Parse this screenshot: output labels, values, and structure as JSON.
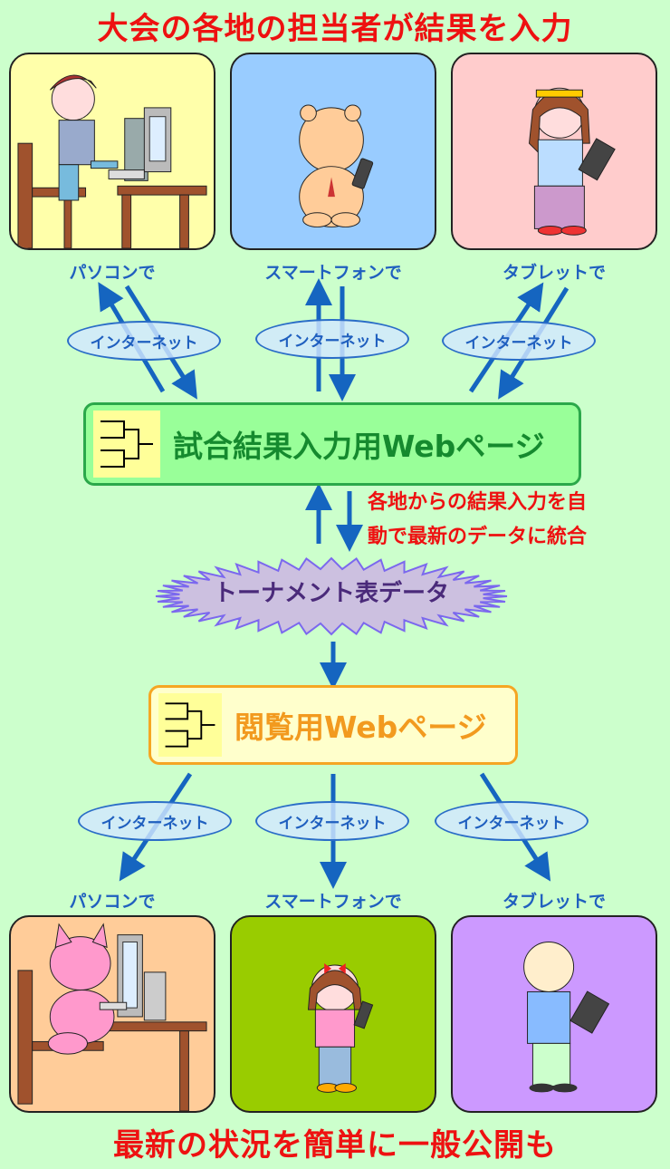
{
  "header_title": "大会の各地の担当者が結果を入力",
  "footer_title": "最新の状況を簡単に一般公開も",
  "top_devices": [
    "パソコンで",
    "スマートフォンで",
    "タブレットで"
  ],
  "bottom_devices": [
    "パソコンで",
    "スマートフォンで",
    "タブレットで"
  ],
  "internet_label": "インターネット",
  "entry_page_label": "試合結果入力用Webページ",
  "view_page_label": "閲覧用Webページ",
  "tournament_data_label": "トーナメント表データ",
  "merge_note_line1": "各地からの結果入力を自",
  "merge_note_line2": "動で最新のデータに統合",
  "colors": {
    "background": "#ccffcc",
    "title_red": "#ee1111",
    "arrow_blue": "#1565c0",
    "entry_box_fill": "#99ff99",
    "entry_box_border": "#2ba84a",
    "view_box_fill": "#ffffcc",
    "view_box_border": "#f5a623",
    "star_fill": "#ccc0e0",
    "star_border": "#7b68ee"
  },
  "panel_colors": [
    "#ffffaa",
    "#99ccff",
    "#ffcccc",
    "#ffcc99",
    "#99cc00",
    "#cc99ff"
  ]
}
